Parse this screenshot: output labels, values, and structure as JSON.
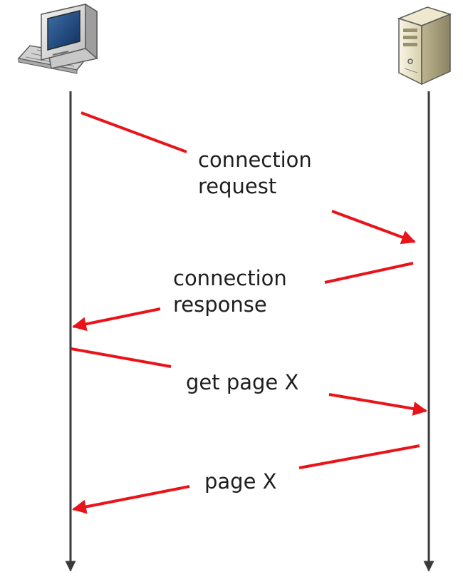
{
  "participants": [
    {
      "role": "client",
      "icon": "desktop-computer-icon"
    },
    {
      "role": "server",
      "icon": "server-tower-icon"
    }
  ],
  "messages": [
    {
      "from": "client",
      "to": "server",
      "line1": "connection",
      "line2": "request"
    },
    {
      "from": "server",
      "to": "client",
      "line1": "connection",
      "line2": "response"
    },
    {
      "from": "client",
      "to": "server",
      "line1": "get page X",
      "line2": ""
    },
    {
      "from": "server",
      "to": "client",
      "line1": "page X",
      "line2": ""
    }
  ],
  "colors": {
    "message_arrow": "#e8141a",
    "lifeline": "#3a3a3a",
    "label_text": "#1e1e1e"
  }
}
